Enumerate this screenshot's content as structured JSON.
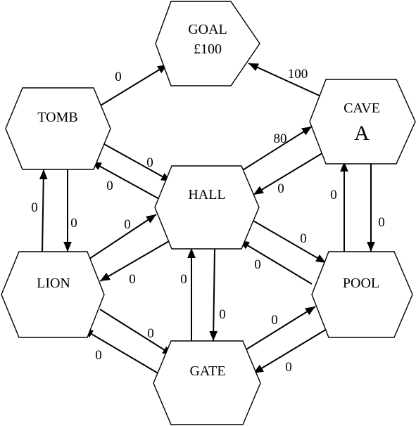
{
  "colors": {
    "line": "#000000",
    "fill": "#ffffff"
  },
  "nodes": {
    "goal": {
      "name": "GOAL",
      "prize": "£100"
    },
    "tomb": {
      "name": "TOMB"
    },
    "cave": {
      "name": "CAVE",
      "mark": "A"
    },
    "hall": {
      "name": "HALL"
    },
    "lion": {
      "name": "LION"
    },
    "pool": {
      "name": "POOL"
    },
    "gate": {
      "name": "GATE"
    }
  },
  "edges": {
    "tomb_goal": "0",
    "cave_goal": "100",
    "hall_cave": "80",
    "cave_hall": "0",
    "tomb_hall": "0",
    "hall_tomb": "0",
    "lion_tomb": "0",
    "tomb_lion": "0",
    "lion_hall": "0",
    "hall_lion": "0",
    "hall_pool": "0",
    "pool_hall": "0",
    "pool_cave": "0",
    "cave_pool": "0",
    "gate_hall": "0",
    "hall_gate": "0",
    "lion_gate": "0",
    "gate_lion": "0",
    "gate_pool": "0",
    "pool_gate": "0"
  }
}
